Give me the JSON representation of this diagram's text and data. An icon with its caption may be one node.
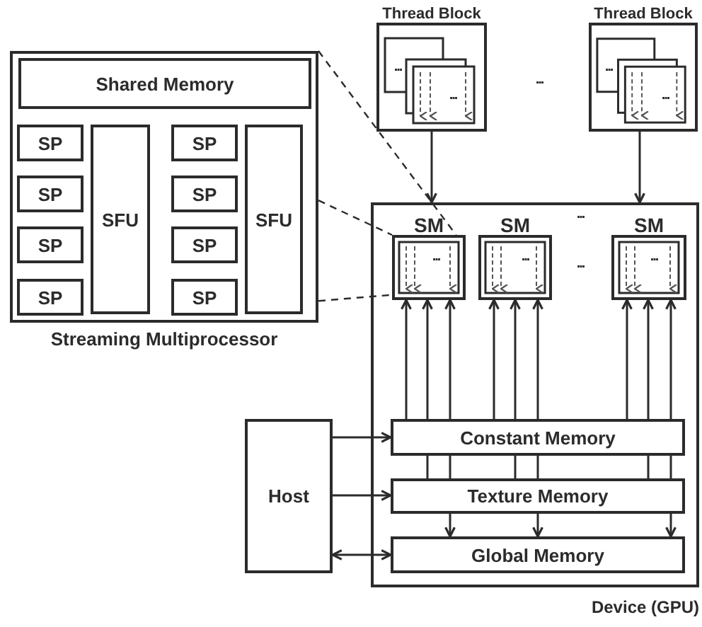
{
  "diagram": {
    "nodes": [
      {
        "text": [
          "Streaming Multiprocessor"
        ]
      },
      {
        "text": [
          "Shared Memory"
        ],
        "in": 0
      },
      {
        "text": [
          "SP"
        ],
        "in": 0
      },
      {
        "text": [
          "SP"
        ],
        "in": 0
      },
      {
        "text": [
          "SP"
        ],
        "in": 0
      },
      {
        "text": [
          "SP"
        ],
        "in": 0
      },
      {
        "text": [
          "SFU"
        ],
        "in": 0
      },
      {
        "text": [
          "SP"
        ],
        "in": 0
      },
      {
        "text": [
          "SP"
        ],
        "in": 0
      },
      {
        "text": [
          "SP"
        ],
        "in": 0
      },
      {
        "text": [
          "SP"
        ],
        "in": 0
      },
      {
        "text": [
          "SFU"
        ],
        "in": 0
      },
      {
        "text": [
          "Thread Block"
        ]
      },
      {
        "text": [
          "Thread Block"
        ]
      },
      {
        "text": [
          "Device (GPU)"
        ]
      },
      {
        "text": [
          "SM"
        ],
        "in": 14
      },
      {
        "text": [
          "SM"
        ],
        "in": 14
      },
      {
        "text": [
          "SM"
        ],
        "in": 14
      },
      {
        "text": [
          "Constant Memory"
        ],
        "in": 14
      },
      {
        "text": [
          "Texture Memory"
        ],
        "in": 14
      },
      {
        "text": [
          "Global Memory"
        ],
        "in": 14
      },
      {
        "text": [
          "Host"
        ]
      }
    ],
    "edges": [
      {
        "from": 0,
        "to": 15,
        "arrow": "none",
        "style": "dashed"
      },
      {
        "from": 0,
        "to": 15,
        "arrow": "none",
        "style": "dashed"
      },
      {
        "from": 0,
        "to": 15,
        "arrow": "none",
        "style": "dashed"
      },
      {
        "from": 12,
        "to": 14,
        "arrow": "to"
      },
      {
        "from": 13,
        "to": 14,
        "arrow": "to"
      },
      {
        "from": 18,
        "to": 15,
        "arrow": "to"
      },
      {
        "from": 18,
        "to": 15,
        "arrow": "to"
      },
      {
        "from": 18,
        "to": 15,
        "arrow": "to"
      },
      {
        "from": 19,
        "to": 18,
        "arrow": "none"
      },
      {
        "from": 19,
        "to": 18,
        "arrow": "none"
      },
      {
        "from": 19,
        "to": 20,
        "arrow": "to"
      },
      {
        "from": 18,
        "to": 16,
        "arrow": "to"
      },
      {
        "from": 18,
        "to": 16,
        "arrow": "to"
      },
      {
        "from": 18,
        "to": 16,
        "arrow": "to"
      },
      {
        "from": 19,
        "to": 18,
        "arrow": "none"
      },
      {
        "from": 19,
        "to": 18,
        "arrow": "none"
      },
      {
        "from": 19,
        "to": 20,
        "arrow": "to"
      },
      {
        "from": 18,
        "to": 17,
        "arrow": "to"
      },
      {
        "from": 18,
        "to": 17,
        "arrow": "to"
      },
      {
        "from": 18,
        "to": 17,
        "arrow": "to"
      },
      {
        "from": 19,
        "to": 18,
        "arrow": "none"
      },
      {
        "from": 19,
        "to": 18,
        "arrow": "none"
      },
      {
        "from": 19,
        "to": 20,
        "arrow": "to"
      },
      {
        "from": 21,
        "to": 18,
        "arrow": "to"
      },
      {
        "from": 21,
        "to": 19,
        "arrow": "to"
      },
      {
        "from": 21,
        "to": 20,
        "arrow": "both"
      }
    ],
    "labels": [
      "...",
      "...",
      "...",
      "...",
      "...",
      "...",
      "...",
      "...",
      "...",
      "..."
    ]
  }
}
